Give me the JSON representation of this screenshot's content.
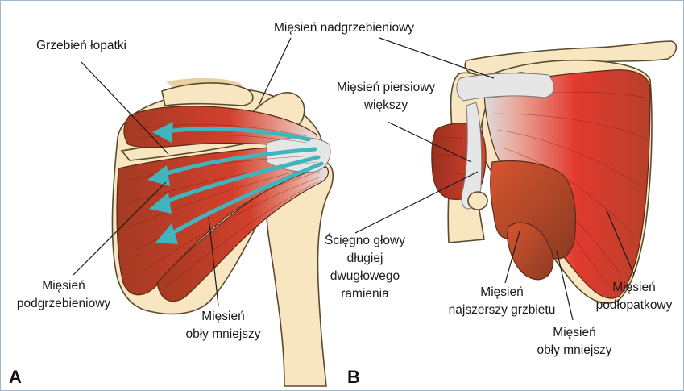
{
  "panels": {
    "a": "A",
    "b": "B"
  },
  "labels": {
    "grzebien": "Grzebień łopatki",
    "nadgrzebieniowy": "Mięsień nadgrzebieniowy",
    "piersiowy_line1": "Mięsień piersiowy",
    "piersiowy_line2": "większy",
    "podgrzebieniowy_line1": "Mięsień",
    "podgrzebieniowy_line2": "podgrzebieniowy",
    "obly_a_line1": "Mięsień",
    "obly_a_line2": "obły mniejszy",
    "sciegno_line1": "Ścięgno głowy",
    "sciegno_line2": "długiej",
    "sciegno_line3": "dwugłowego",
    "sciegno_line4": "ramienia",
    "najszerszy_line1": "Mięsień",
    "najszerszy_line2": "najszerszy grzbietu",
    "obly_b_line1": "Mięsień",
    "obly_b_line2": "obły mniejszy",
    "podlopatkowy_line1": "Mięsień",
    "podlopatkowy_line2": "podłopatkowy"
  },
  "colors": {
    "muscle": "#c8412a",
    "muscle_dark": "#9c3a22",
    "bone": "#f7e6bf",
    "arrow": "#3fb6bf",
    "frame": "#9fb8cc"
  }
}
